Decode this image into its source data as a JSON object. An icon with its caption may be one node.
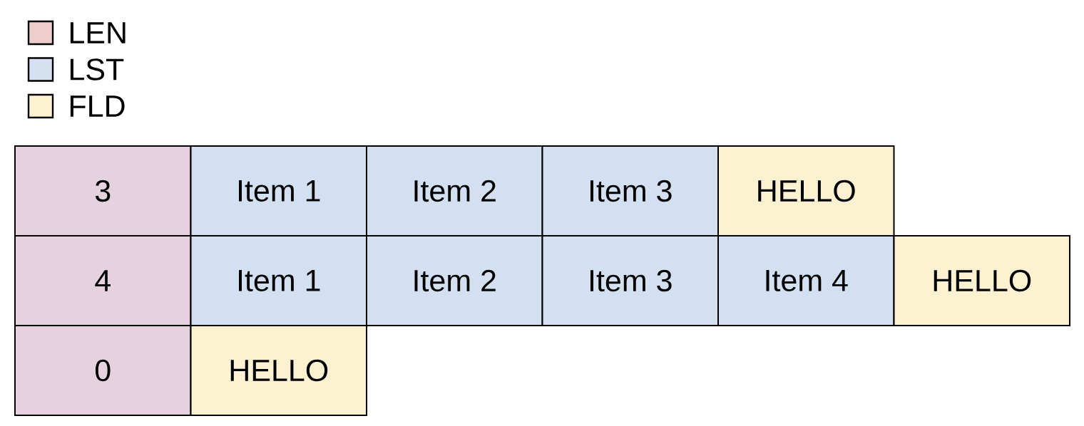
{
  "diagram": {
    "nodes": [
      {
        "text": [
          "3"
        ]
      },
      {
        "text": [
          "Item 1"
        ]
      },
      {
        "text": [
          "Item 2"
        ]
      },
      {
        "text": [
          "Item 3"
        ]
      },
      {
        "text": [
          "HELLO"
        ]
      },
      {
        "text": [
          "4"
        ]
      },
      {
        "text": [
          "Item 1"
        ]
      },
      {
        "text": [
          "Item 2"
        ]
      },
      {
        "text": [
          "Item 3"
        ]
      },
      {
        "text": [
          "Item 4"
        ]
      },
      {
        "text": [
          "HELLO"
        ]
      },
      {
        "text": [
          "0"
        ]
      },
      {
        "text": [
          "HELLO"
        ]
      }
    ],
    "legend": [
      {
        "text": "LEN",
        "color": "#eecdcd"
      },
      {
        "text": "LST",
        "color": "#d5e0f1"
      },
      {
        "text": "FLD",
        "color": "#fdf2d0"
      }
    ]
  }
}
